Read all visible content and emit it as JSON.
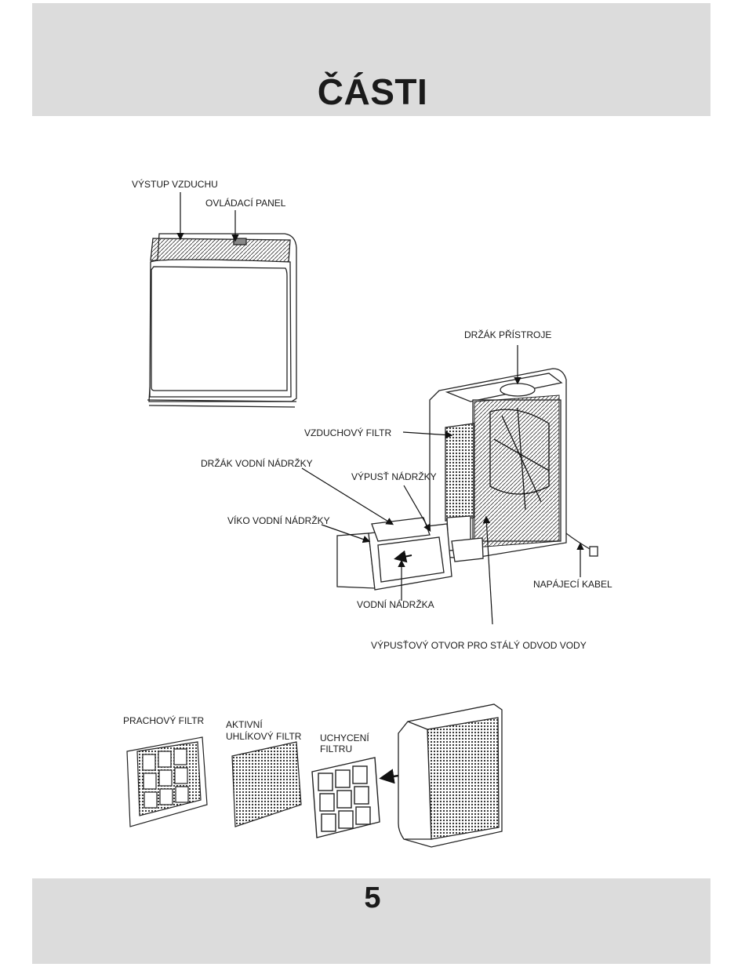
{
  "page": {
    "title": "ČÁSTI",
    "number": "5"
  },
  "labels": {
    "air_outlet": "VÝSTUP VZDUCHU",
    "control_panel": "OVLÁDACÍ PANEL",
    "unit_handle": "DRŽÁK PŘÍSTROJE",
    "air_filter": "VZDUCHOVÝ FILTR",
    "tank_handle": "DRŽÁK VODNÍ NÁDRŽKY",
    "tank_outlet": "VÝPUSŤ NÁDRŽKY",
    "tank_lid": "VÍKO VODNÍ NÁDRŽKY",
    "power_cord": "NAPÁJECÍ KABEL",
    "water_tank": "VODNÍ NÁDRŽKA",
    "drain_hole": "VÝPUSŤOVÝ OTVOR PRO STÁLÝ ODVOD VODY",
    "dust_filter": "PRACHOVÝ FILTR",
    "carbon_filter_l1": "AKTIVNÍ",
    "carbon_filter_l2": "UHLÍKOVÝ FILTR",
    "filter_holder_l1": "UCHYCENÍ",
    "filter_holder_l2": "FILTRU"
  }
}
